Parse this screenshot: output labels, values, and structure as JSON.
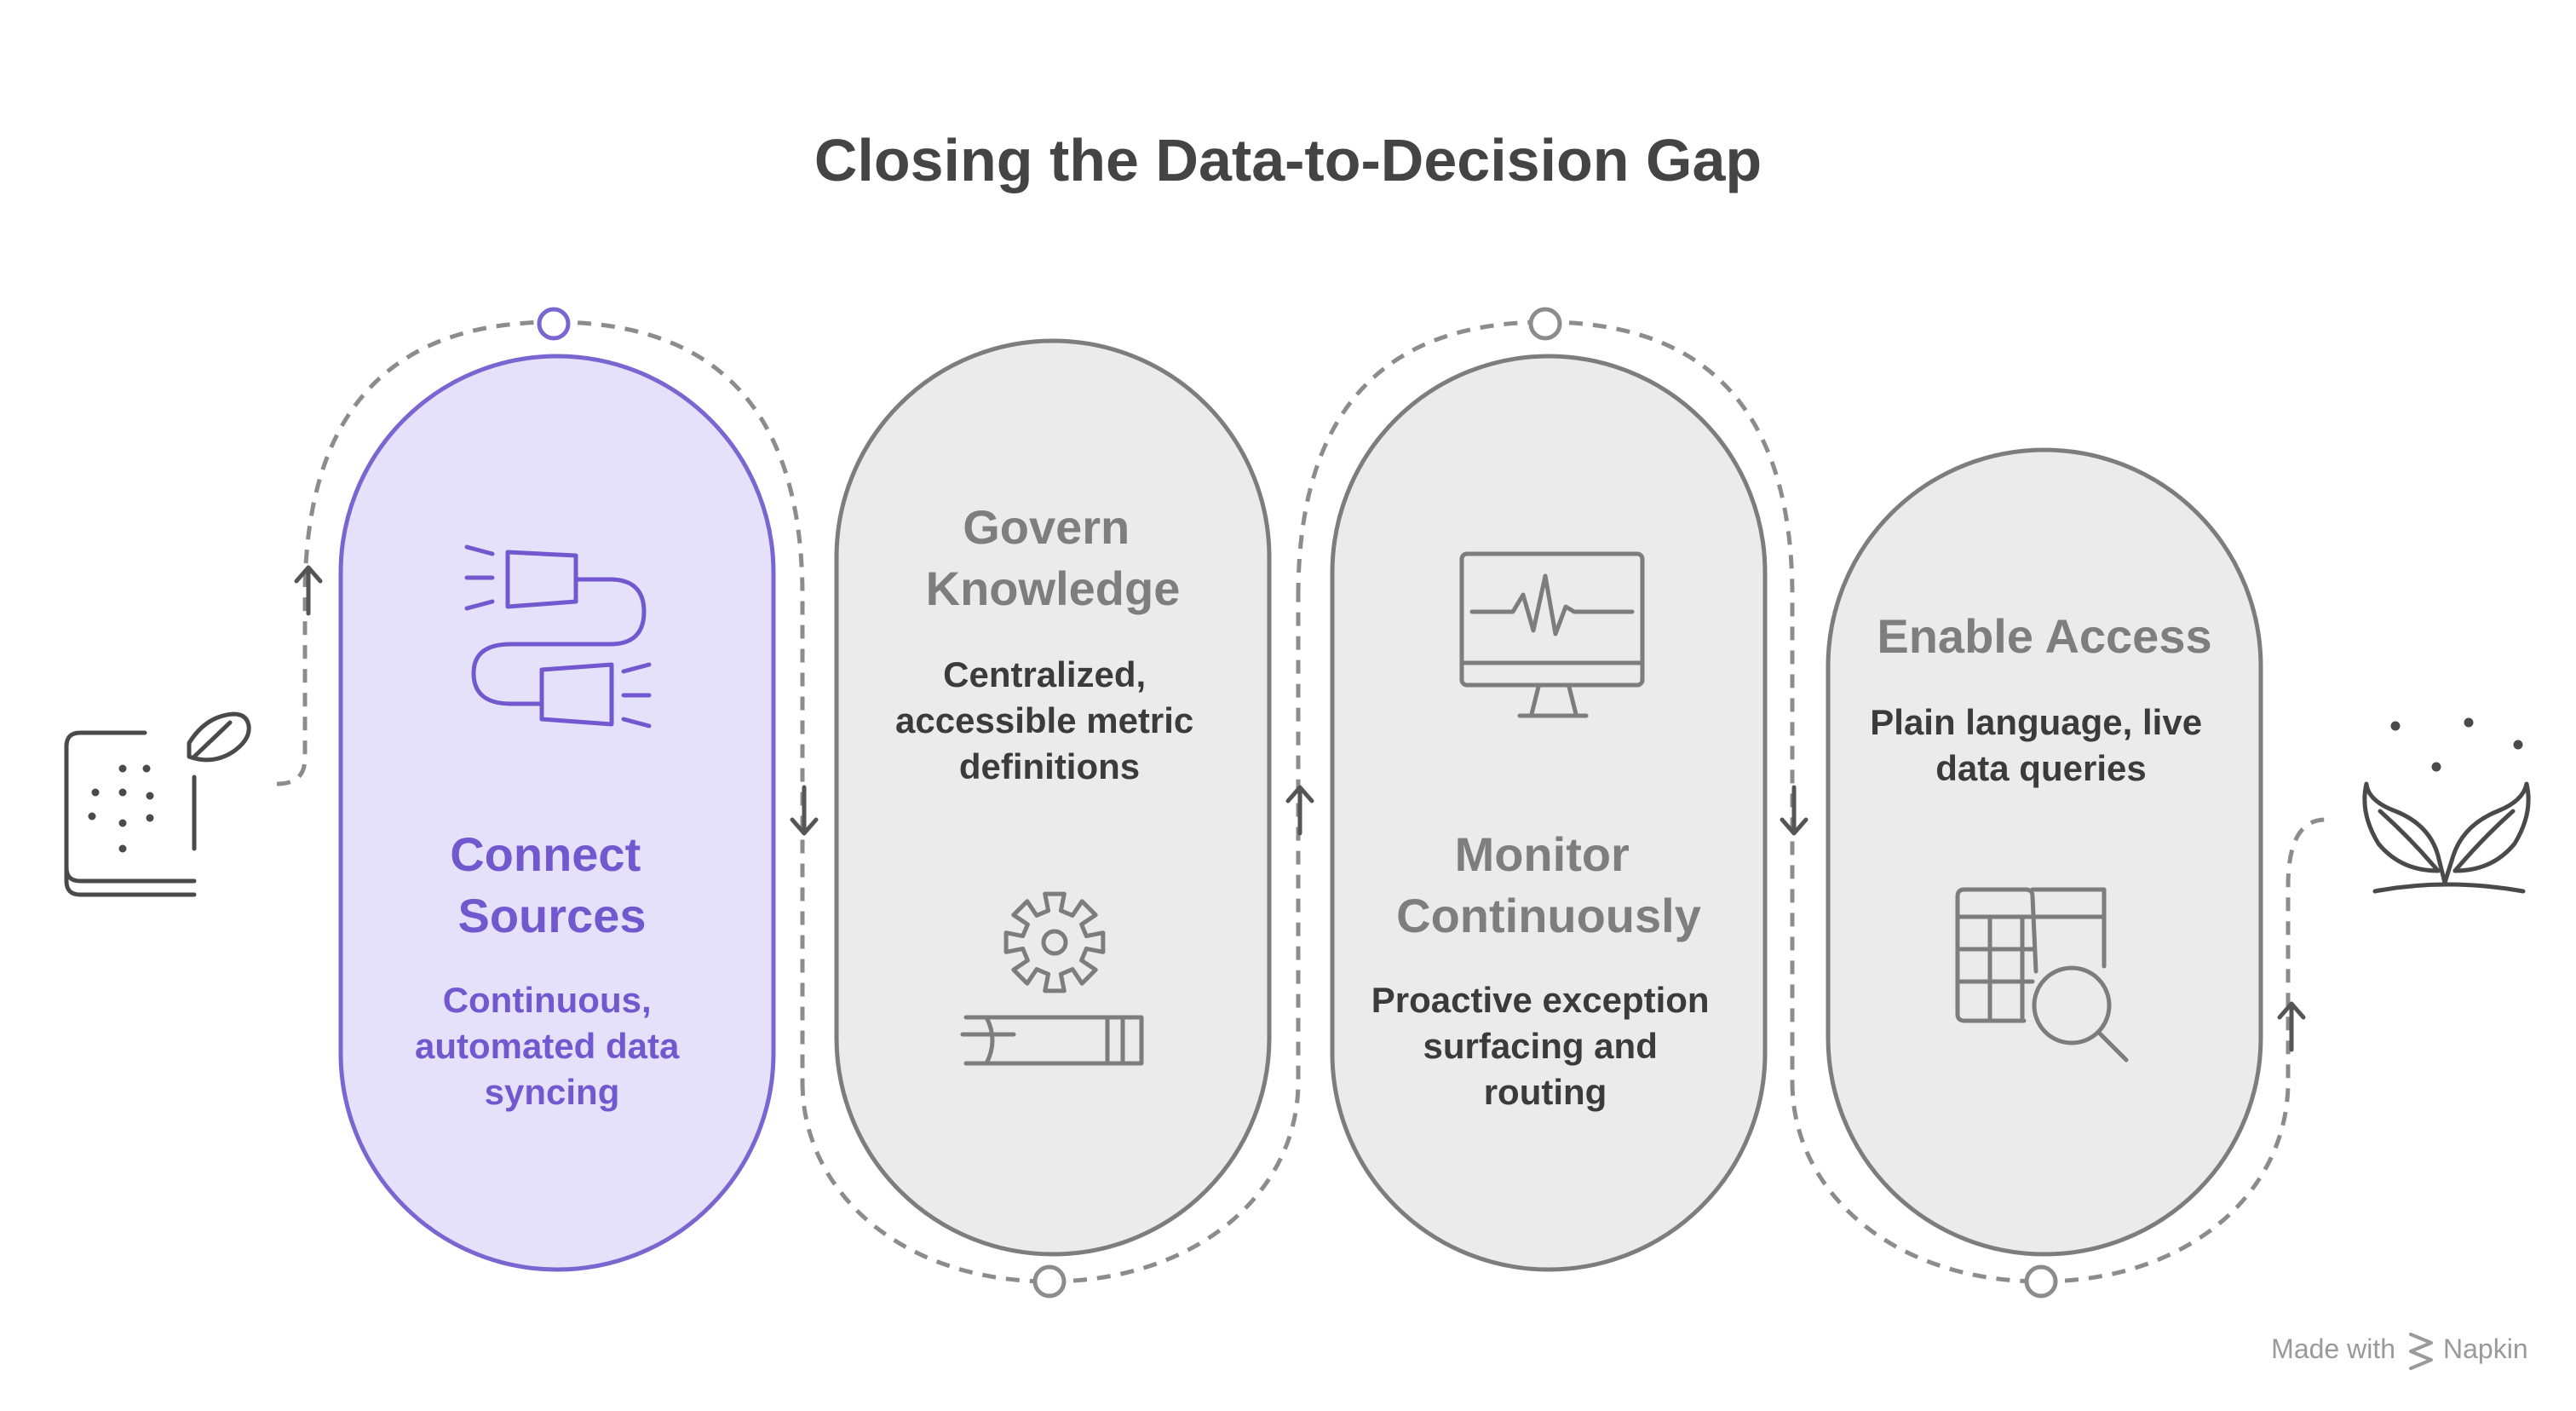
{
  "title": "Closing the Data-to-Decision Gap",
  "colors": {
    "active_fill": "#e6e1fb",
    "active_stroke": "#7a66d1",
    "active_text": "#7258cf",
    "card_fill": "#ebebeb",
    "card_stroke": "#7d7d7d",
    "card_title_text": "#7e7e7e",
    "card_desc_text": "#3b3b3b",
    "dash": "#8c8c8c"
  },
  "steps": [
    {
      "id": "connect",
      "title_lines": [
        "Connect",
        "Sources"
      ],
      "desc_lines": [
        "Continuous,",
        "automated data",
        "syncing"
      ],
      "icon": "plug-cable-icon",
      "active": true
    },
    {
      "id": "govern",
      "title_lines": [
        "Govern",
        "Knowledge"
      ],
      "desc_lines": [
        "Centralized,",
        "accessible metric",
        "definitions"
      ],
      "icon": "gear-book-icon",
      "active": false
    },
    {
      "id": "monitor",
      "title_lines": [
        "Monitor",
        "Continuously"
      ],
      "desc_lines": [
        "Proactive exception",
        "surfacing and",
        "routing"
      ],
      "icon": "monitor-pulse-icon",
      "active": false
    },
    {
      "id": "access",
      "title_lines": [
        "Enable Access"
      ],
      "desc_lines": [
        "Plain language, live",
        "data queries"
      ],
      "icon": "table-search-icon",
      "active": false
    }
  ],
  "start_icon": "book-leaf-icon",
  "end_icon": "sprout-icon",
  "watermark": {
    "prefix": "Made with",
    "brand": "Napkin",
    "icon": "napkin-logo-icon"
  }
}
